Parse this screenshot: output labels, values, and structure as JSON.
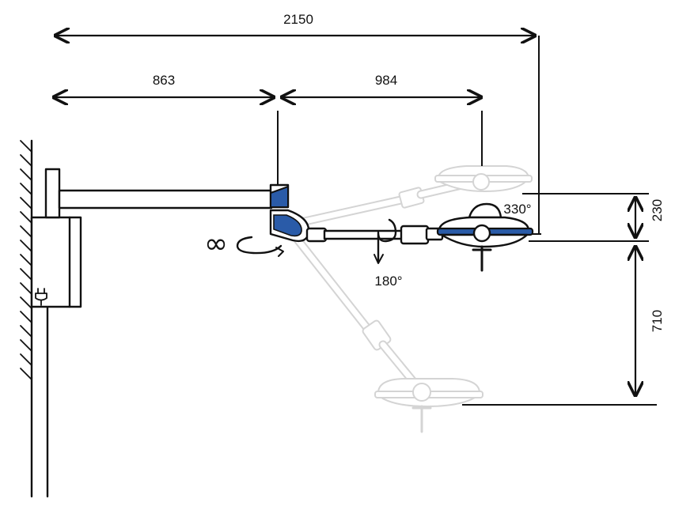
{
  "dimensions": {
    "overall_reach": "2150",
    "first_arm": "863",
    "second_arm": "984",
    "head_height_range": "230",
    "lower_drop": "710"
  },
  "rotations": {
    "arm_rotation": "∞",
    "head_tilt": "180°",
    "head_rotation": "330°"
  },
  "colors": {
    "ink": "#111111",
    "accent": "#2a5ba8",
    "ghost": "#d4d4d4"
  },
  "icons": [
    "plug-icon"
  ]
}
